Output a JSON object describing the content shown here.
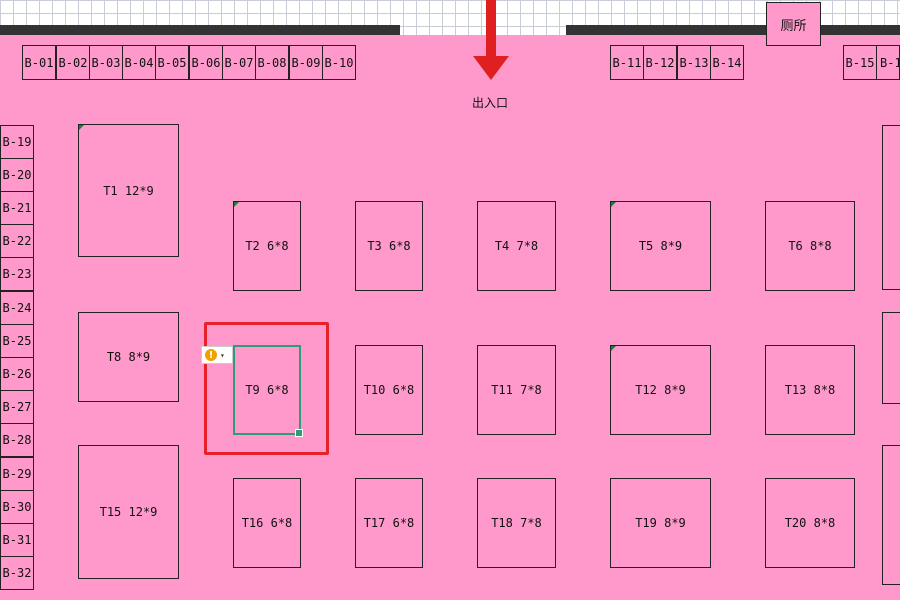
{
  "entrance_label": "出入口",
  "toilet_label": "厕所",
  "colors": {
    "floor": "#ff99cc",
    "wall": "#333333",
    "arrow": "#e02020",
    "selection": "#2e9c77",
    "highlight": "#e8202a",
    "warning": "#f0a000"
  },
  "top_booths": [
    "B-01",
    "B-02",
    "B-03",
    "B-04",
    "B-05",
    "B-06",
    "B-07",
    "B-08",
    "B-09",
    "B-10",
    "B-11",
    "B-12",
    "B-13",
    "B-14",
    "B-15",
    "B-1"
  ],
  "side_booths": [
    "B-19",
    "B-20",
    "B-21",
    "B-22",
    "B-23",
    "B-24",
    "B-25",
    "B-26",
    "B-27",
    "B-28",
    "B-29",
    "B-30",
    "B-31",
    "B-32"
  ],
  "tables": [
    {
      "label": "T1 12*9"
    },
    {
      "label": "T2 6*8"
    },
    {
      "label": "T3 6*8"
    },
    {
      "label": "T4 7*8"
    },
    {
      "label": "T5 8*9"
    },
    {
      "label": "T6 8*8"
    },
    {
      "label": "T8 8*9"
    },
    {
      "label": "T9 6*8"
    },
    {
      "label": "T10 6*8"
    },
    {
      "label": "T11 7*8"
    },
    {
      "label": "T12 8*9"
    },
    {
      "label": "T13 8*8"
    },
    {
      "label": "T15 12*9"
    },
    {
      "label": "T16 6*8"
    },
    {
      "label": "T17 6*8"
    },
    {
      "label": "T18 7*8"
    },
    {
      "label": "T19 8*9"
    },
    {
      "label": "T20 8*8"
    }
  ],
  "warning_icon": "warning-icon",
  "warning_glyph": "!",
  "dropdown_icon": "chevron-down-icon",
  "dropdown_glyph": "▾"
}
